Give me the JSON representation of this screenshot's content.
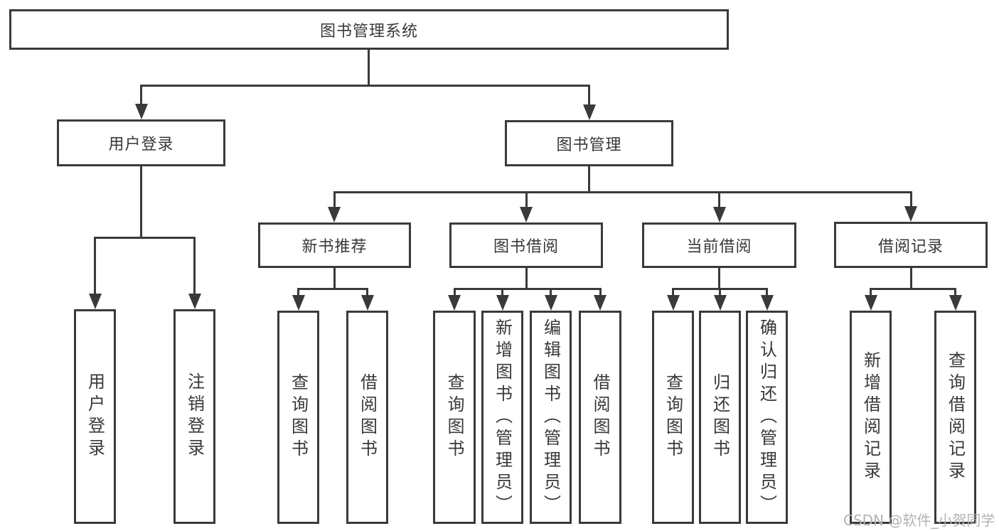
{
  "diagram_type": "tree",
  "colors": {
    "line": "#3a3a3c",
    "text": "#38383a",
    "background": "#ffffff",
    "watermark_text": "#b3b3b3"
  },
  "tree": {
    "label": "图书管理系统",
    "children": [
      {
        "label": "用户登录",
        "children": [
          {
            "label": "用户登录"
          },
          {
            "label": "注销登录"
          }
        ]
      },
      {
        "label": "图书管理",
        "children": [
          {
            "label": "新书推荐",
            "children": [
              {
                "label": "查询图书"
              },
              {
                "label": "借阅图书"
              }
            ]
          },
          {
            "label": "图书借阅",
            "children": [
              {
                "label": "查询图书"
              },
              {
                "label": "新增图书（管理员）"
              },
              {
                "label": "编辑图书（管理员）"
              },
              {
                "label": "借阅图书"
              }
            ]
          },
          {
            "label": "当前借阅",
            "children": [
              {
                "label": "查询图书"
              },
              {
                "label": "归还图书"
              },
              {
                "label": "确认归还（管理员）"
              }
            ]
          },
          {
            "label": "借阅记录",
            "children": [
              {
                "label": "新增借阅记录"
              },
              {
                "label": "查询借阅记录"
              }
            ]
          }
        ]
      }
    ]
  },
  "watermark": {
    "text": "CSDN @软件_小贺同学"
  }
}
